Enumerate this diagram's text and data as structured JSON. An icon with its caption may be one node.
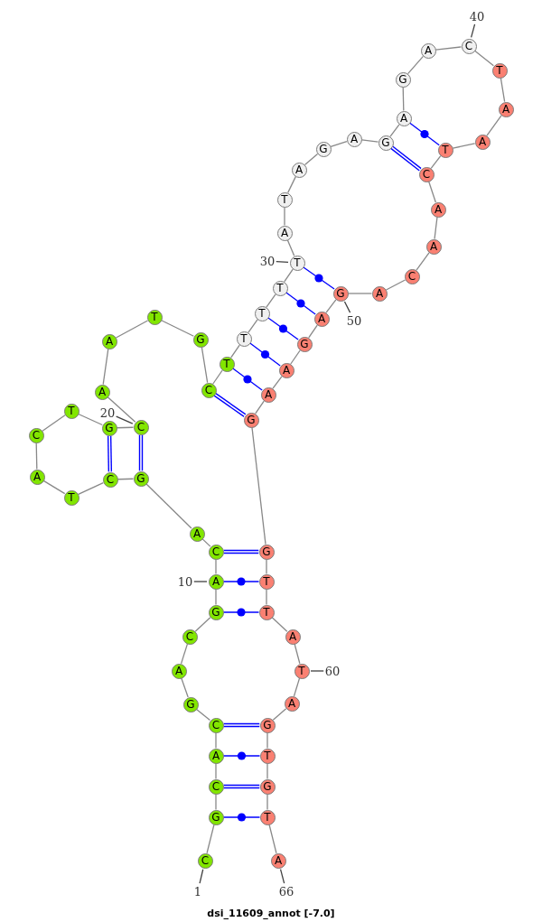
{
  "diagram": {
    "caption": "dsi_11609_annot [-7.0]",
    "nodes": [
      {
        "text": [
          "C"
        ]
      },
      {
        "text": [
          "G"
        ]
      },
      {
        "text": [
          "C"
        ]
      },
      {
        "text": [
          "A"
        ]
      },
      {
        "text": [
          "C"
        ]
      },
      {
        "text": [
          "G"
        ]
      },
      {
        "text": [
          "A"
        ]
      },
      {
        "text": [
          "C"
        ]
      },
      {
        "text": [
          "G"
        ]
      },
      {
        "text": [
          "A"
        ]
      },
      {
        "text": [
          "C"
        ]
      },
      {
        "text": [
          "A"
        ]
      },
      {
        "text": [
          "G"
        ]
      },
      {
        "text": [
          "C"
        ]
      },
      {
        "text": [
          "T"
        ]
      },
      {
        "text": [
          "A"
        ]
      },
      {
        "text": [
          "C"
        ]
      },
      {
        "text": [
          "T"
        ]
      },
      {
        "text": [
          "G"
        ]
      },
      {
        "text": [
          "C"
        ]
      },
      {
        "text": [
          "A"
        ]
      },
      {
        "text": [
          "A"
        ]
      },
      {
        "text": [
          "T"
        ]
      },
      {
        "text": [
          "G"
        ]
      },
      {
        "text": [
          "C"
        ]
      },
      {
        "text": [
          "T"
        ]
      },
      {
        "text": [
          "T"
        ]
      },
      {
        "text": [
          "T"
        ]
      },
      {
        "text": [
          "T"
        ]
      },
      {
        "text": [
          "T"
        ]
      },
      {
        "text": [
          "A"
        ]
      },
      {
        "text": [
          "T"
        ]
      },
      {
        "text": [
          "A"
        ]
      },
      {
        "text": [
          "G"
        ]
      },
      {
        "text": [
          "A"
        ]
      },
      {
        "text": [
          "G"
        ]
      },
      {
        "text": [
          "A"
        ]
      },
      {
        "text": [
          "G"
        ]
      },
      {
        "text": [
          "A"
        ]
      },
      {
        "text": [
          "C"
        ]
      },
      {
        "text": [
          "T"
        ]
      },
      {
        "text": [
          "A"
        ]
      },
      {
        "text": [
          "A"
        ]
      },
      {
        "text": [
          "T"
        ]
      },
      {
        "text": [
          "C"
        ]
      },
      {
        "text": [
          "A"
        ]
      },
      {
        "text": [
          "A"
        ]
      },
      {
        "text": [
          "C"
        ]
      },
      {
        "text": [
          "A"
        ]
      },
      {
        "text": [
          "G"
        ]
      },
      {
        "text": [
          "A"
        ]
      },
      {
        "text": [
          "G"
        ]
      },
      {
        "text": [
          "A"
        ]
      },
      {
        "text": [
          "A"
        ]
      },
      {
        "text": [
          "G"
        ]
      },
      {
        "text": [
          "G"
        ]
      },
      {
        "text": [
          "T"
        ]
      },
      {
        "text": [
          "T"
        ]
      },
      {
        "text": [
          "A"
        ]
      },
      {
        "text": [
          "T"
        ]
      },
      {
        "text": [
          "A"
        ]
      },
      {
        "text": [
          "G"
        ]
      },
      {
        "text": [
          "T"
        ]
      },
      {
        "text": [
          "G"
        ]
      },
      {
        "text": [
          "T"
        ]
      },
      {
        "text": [
          "A"
        ]
      },
      {
        "text": [
          "1"
        ]
      },
      {
        "text": [
          "10"
        ]
      },
      {
        "text": [
          "20"
        ]
      },
      {
        "text": [
          "30"
        ]
      },
      {
        "text": [
          "40"
        ]
      },
      {
        "text": [
          "50"
        ]
      },
      {
        "text": [
          "60"
        ]
      },
      {
        "text": [
          "66"
        ]
      }
    ],
    "edges": [
      {
        "from": 0,
        "to": 1,
        "arrow": "none"
      },
      {
        "from": 1,
        "to": 2,
        "arrow": "none"
      },
      {
        "from": 2,
        "to": 3,
        "arrow": "none"
      },
      {
        "from": 3,
        "to": 4,
        "arrow": "none"
      },
      {
        "from": 4,
        "to": 5,
        "arrow": "none"
      },
      {
        "from": 5,
        "to": 6,
        "arrow": "none"
      },
      {
        "from": 6,
        "to": 7,
        "arrow": "none"
      },
      {
        "from": 7,
        "to": 8,
        "arrow": "none"
      },
      {
        "from": 8,
        "to": 9,
        "arrow": "none"
      },
      {
        "from": 9,
        "to": 10,
        "arrow": "none"
      },
      {
        "from": 10,
        "to": 11,
        "arrow": "none"
      },
      {
        "from": 11,
        "to": 12,
        "arrow": "none"
      },
      {
        "from": 12,
        "to": 13,
        "arrow": "none"
      },
      {
        "from": 13,
        "to": 14,
        "arrow": "none"
      },
      {
        "from": 14,
        "to": 15,
        "arrow": "none"
      },
      {
        "from": 15,
        "to": 16,
        "arrow": "none"
      },
      {
        "from": 16,
        "to": 17,
        "arrow": "none"
      },
      {
        "from": 17,
        "to": 18,
        "arrow": "none"
      },
      {
        "from": 18,
        "to": 19,
        "arrow": "none"
      },
      {
        "from": 19,
        "to": 20,
        "arrow": "none"
      },
      {
        "from": 20,
        "to": 21,
        "arrow": "none"
      },
      {
        "from": 21,
        "to": 22,
        "arrow": "none"
      },
      {
        "from": 22,
        "to": 23,
        "arrow": "none"
      },
      {
        "from": 23,
        "to": 24,
        "arrow": "none"
      },
      {
        "from": 24,
        "to": 25,
        "arrow": "none"
      },
      {
        "from": 25,
        "to": 26,
        "arrow": "none"
      },
      {
        "from": 26,
        "to": 27,
        "arrow": "none"
      },
      {
        "from": 27,
        "to": 28,
        "arrow": "none"
      },
      {
        "from": 28,
        "to": 29,
        "arrow": "none"
      },
      {
        "from": 29,
        "to": 30,
        "arrow": "none"
      },
      {
        "from": 30,
        "to": 31,
        "arrow": "none"
      },
      {
        "from": 31,
        "to": 32,
        "arrow": "none"
      },
      {
        "from": 32,
        "to": 33,
        "arrow": "none"
      },
      {
        "from": 33,
        "to": 34,
        "arrow": "none"
      },
      {
        "from": 34,
        "to": 35,
        "arrow": "none"
      },
      {
        "from": 35,
        "to": 36,
        "arrow": "none"
      },
      {
        "from": 36,
        "to": 37,
        "arrow": "none"
      },
      {
        "from": 37,
        "to": 38,
        "arrow": "none"
      },
      {
        "from": 38,
        "to": 39,
        "arrow": "none"
      },
      {
        "from": 39,
        "to": 40,
        "arrow": "none"
      },
      {
        "from": 40,
        "to": 41,
        "arrow": "none"
      },
      {
        "from": 41,
        "to": 42,
        "arrow": "none"
      },
      {
        "from": 42,
        "to": 43,
        "arrow": "none"
      },
      {
        "from": 43,
        "to": 44,
        "arrow": "none"
      },
      {
        "from": 44,
        "to": 45,
        "arrow": "none"
      },
      {
        "from": 45,
        "to": 46,
        "arrow": "none"
      },
      {
        "from": 46,
        "to": 47,
        "arrow": "none"
      },
      {
        "from": 47,
        "to": 48,
        "arrow": "none"
      },
      {
        "from": 48,
        "to": 49,
        "arrow": "none"
      },
      {
        "from": 49,
        "to": 50,
        "arrow": "none"
      },
      {
        "from": 50,
        "to": 51,
        "arrow": "none"
      },
      {
        "from": 51,
        "to": 52,
        "arrow": "none"
      },
      {
        "from": 52,
        "to": 53,
        "arrow": "none"
      },
      {
        "from": 53,
        "to": 54,
        "arrow": "none"
      },
      {
        "from": 54,
        "to": 55,
        "arrow": "none"
      },
      {
        "from": 55,
        "to": 56,
        "arrow": "none"
      },
      {
        "from": 56,
        "to": 57,
        "arrow": "none"
      },
      {
        "from": 57,
        "to": 58,
        "arrow": "none"
      },
      {
        "from": 58,
        "to": 59,
        "arrow": "none"
      },
      {
        "from": 59,
        "to": 60,
        "arrow": "none"
      },
      {
        "from": 60,
        "to": 61,
        "arrow": "none"
      },
      {
        "from": 61,
        "to": 62,
        "arrow": "none"
      },
      {
        "from": 62,
        "to": 63,
        "arrow": "none"
      },
      {
        "from": 63,
        "to": 64,
        "arrow": "none"
      },
      {
        "from": 64,
        "to": 65,
        "arrow": "none"
      },
      {
        "from": 1,
        "to": 64,
        "arrow": "none",
        "color": "#0000ff"
      },
      {
        "from": 2,
        "to": 63,
        "arrow": "none",
        "style": "thick",
        "color": "#0000ff"
      },
      {
        "from": 3,
        "to": 62,
        "arrow": "none",
        "color": "#0000ff"
      },
      {
        "from": 4,
        "to": 61,
        "arrow": "none",
        "style": "thick",
        "color": "#0000ff"
      },
      {
        "from": 8,
        "to": 57,
        "arrow": "none",
        "color": "#0000ff"
      },
      {
        "from": 9,
        "to": 56,
        "arrow": "none",
        "color": "#0000ff"
      },
      {
        "from": 10,
        "to": 55,
        "arrow": "none",
        "style": "thick",
        "color": "#0000ff"
      },
      {
        "from": 12,
        "to": 19,
        "arrow": "none",
        "style": "thick",
        "color": "#0000ff"
      },
      {
        "from": 13,
        "to": 18,
        "arrow": "none",
        "style": "thick",
        "color": "#0000ff"
      },
      {
        "from": 24,
        "to": 54,
        "arrow": "none",
        "style": "thick",
        "color": "#0000ff"
      },
      {
        "from": 25,
        "to": 53,
        "arrow": "none",
        "color": "#0000ff"
      },
      {
        "from": 26,
        "to": 52,
        "arrow": "none",
        "color": "#0000ff"
      },
      {
        "from": 27,
        "to": 51,
        "arrow": "none",
        "color": "#0000ff"
      },
      {
        "from": 28,
        "to": 50,
        "arrow": "none",
        "color": "#0000ff"
      },
      {
        "from": 29,
        "to": 49,
        "arrow": "none",
        "color": "#0000ff"
      },
      {
        "from": 35,
        "to": 44,
        "arrow": "none",
        "style": "thick",
        "color": "#0000ff"
      },
      {
        "from": 36,
        "to": 43,
        "arrow": "none",
        "color": "#0000ff"
      },
      {
        "from": 66,
        "to": 0,
        "arrow": "none",
        "color": "#404040"
      },
      {
        "from": 67,
        "to": 9,
        "arrow": "none",
        "color": "#404040"
      },
      {
        "from": 68,
        "to": 19,
        "arrow": "none",
        "color": "#404040"
      },
      {
        "from": 69,
        "to": 29,
        "arrow": "none",
        "color": "#404040"
      },
      {
        "from": 70,
        "to": 39,
        "arrow": "none",
        "color": "#404040"
      },
      {
        "from": 71,
        "to": 49,
        "arrow": "none",
        "color": "#404040"
      },
      {
        "from": 72,
        "to": 59,
        "arrow": "none",
        "color": "#404040"
      },
      {
        "from": 73,
        "to": 65,
        "arrow": "none",
        "color": "#404040"
      }
    ]
  }
}
